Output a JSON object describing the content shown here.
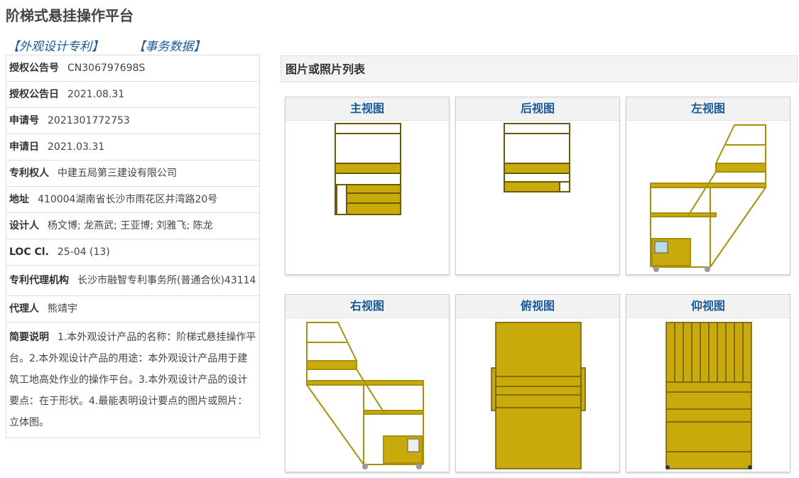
{
  "page": {
    "title": "阶梯式悬挂操作平台",
    "links": [
      "【外观设计专利】",
      "【事务数据】"
    ]
  },
  "info": [
    {
      "label": "授权公告号",
      "value": "CN306797698S"
    },
    {
      "label": "授权公告日",
      "value": "2021.08.31"
    },
    {
      "label": "申请号",
      "value": "2021301772753"
    },
    {
      "label": "申请日",
      "value": "2021.03.31"
    },
    {
      "label": "专利权人",
      "value": "中建五局第三建设有限公司"
    },
    {
      "label": "地址",
      "value": "410004湖南省长沙市雨花区井湾路20号"
    },
    {
      "label": "设计人",
      "value": "杨文博; 龙燕武; 王亚博; 刘雅飞; 陈龙"
    },
    {
      "label": "LOC Cl.",
      "value": "25-04 (13)"
    },
    {
      "label": "专利代理机构",
      "value": "长沙市融智专利事务所(普通合伙)43114"
    },
    {
      "label": "代理人",
      "value": "熊靖宇"
    },
    {
      "label": "简要说明",
      "value": "1.本外观设计产品的名称：阶梯式悬挂操作平台。2.本外观设计产品的用途：本外观设计产品用于建筑工地高处作业的操作平台。3.本外观设计产品的设计要点：在于形状。4.最能表明设计要点的图片或照片：立体图。"
    }
  ],
  "gallery": {
    "heading": "图片或照片列表",
    "views": [
      "主视图",
      "后视图",
      "左视图",
      "右视图",
      "俯视图",
      "仰视图"
    ]
  },
  "colors": {
    "link": "#1a5a96",
    "frame": "#c9aa0c",
    "frame_dark": "#6b5a08"
  }
}
